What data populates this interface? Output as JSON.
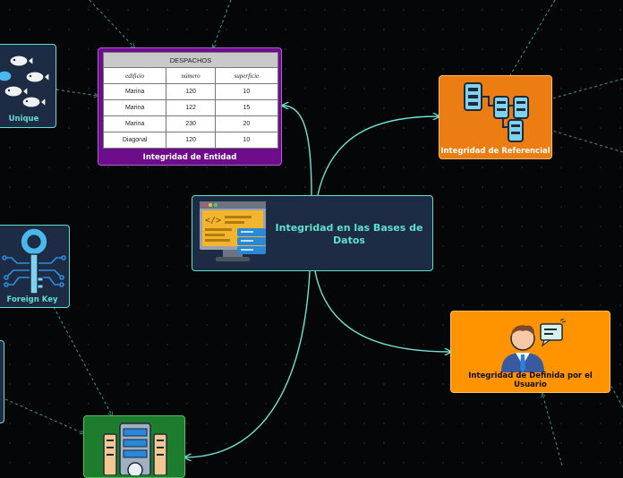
{
  "central": {
    "title": "Integridad en las Bases de Datos"
  },
  "entidad": {
    "caption": "Integridad de Entidad",
    "table": {
      "header": "DESPACHOS",
      "columns": [
        "edificio",
        "número",
        "superficie"
      ],
      "rows": [
        [
          "Marina",
          "120",
          "10"
        ],
        [
          "Marina",
          "122",
          "15"
        ],
        [
          "Marina",
          "230",
          "20"
        ],
        [
          "Diagonal",
          "120",
          "10"
        ]
      ]
    }
  },
  "referencial": {
    "caption": "Integridad de Referencial"
  },
  "usuario": {
    "caption": "Integridad de Definida por el Usuario"
  },
  "unique": {
    "caption": "Unique"
  },
  "foreign": {
    "caption": "Foreign Key"
  },
  "colors": {
    "background": "#050608",
    "node": "#1d2b45",
    "accent": "#5fe0cf",
    "purple": "#6e0d8c",
    "orange": "#ec7d12",
    "amber": "#ff9300",
    "green": "#1e7c2d"
  },
  "icons": [
    "code-monitor-icon",
    "database-diagram-icon",
    "user-chat-icon",
    "fish-icon",
    "key-circuit-icon",
    "server-icon"
  ]
}
